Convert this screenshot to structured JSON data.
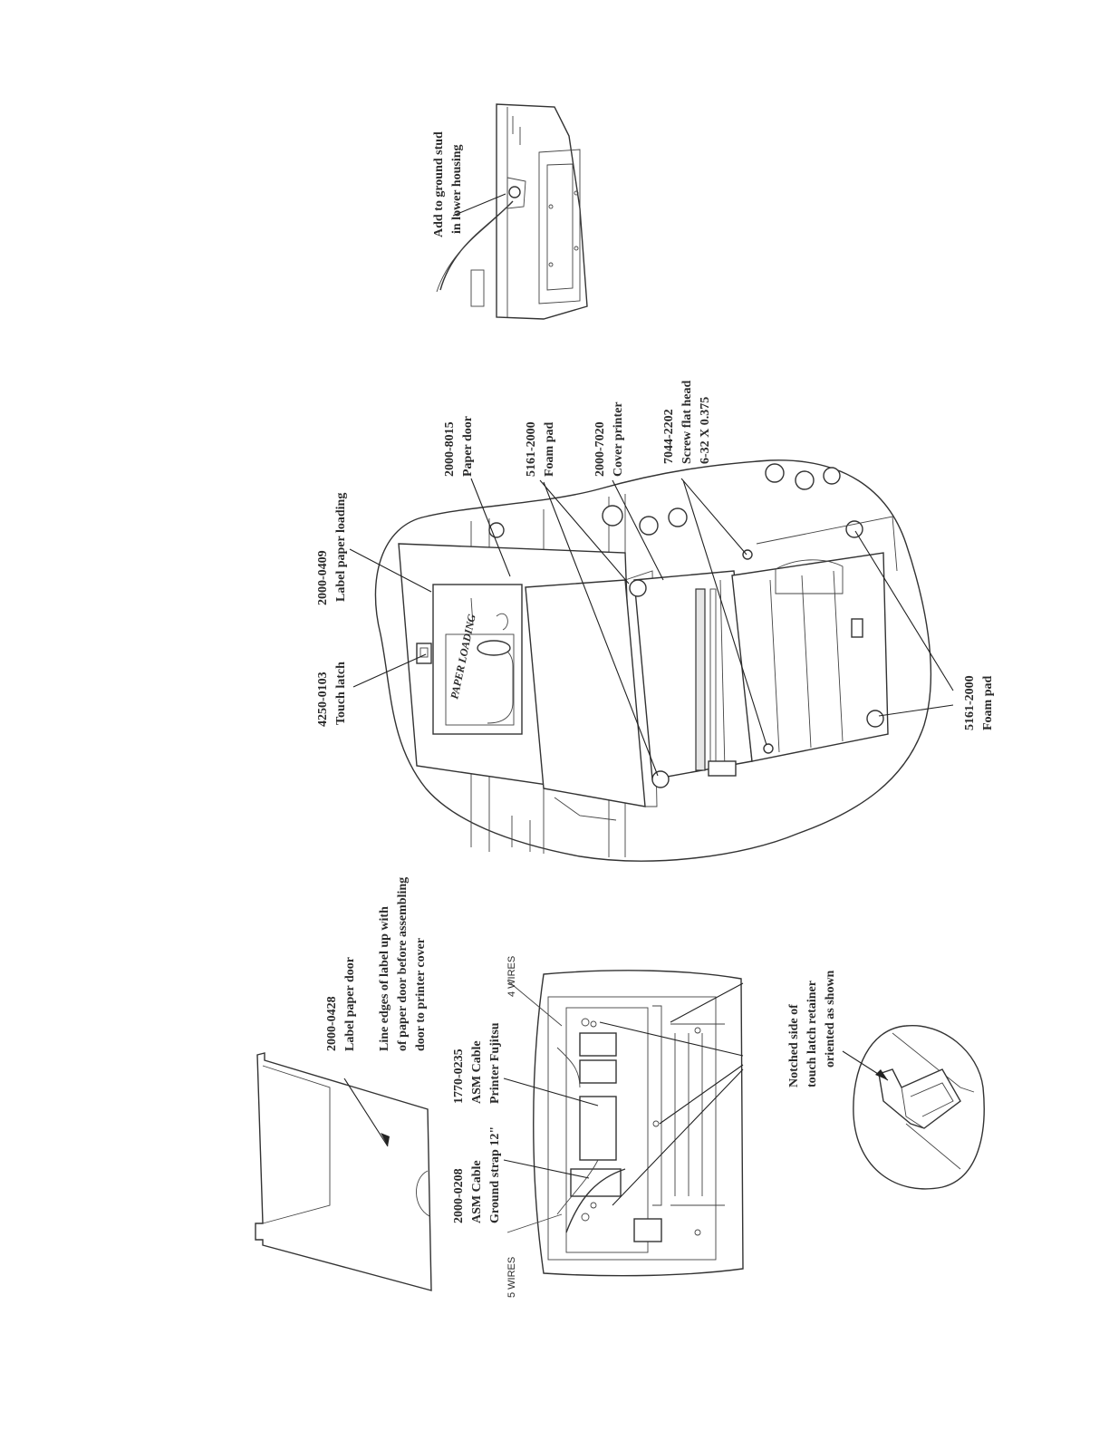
{
  "callouts": {
    "ground_stud": [
      "Add to ground stud",
      "in lower housing"
    ],
    "label_paper_loading": [
      "2000-0409",
      "Label paper loading"
    ],
    "touch_latch": [
      "4250-0103",
      "Touch latch"
    ],
    "paper_door": [
      "2000-8015",
      "Paper door"
    ],
    "foam_pad_top": [
      "5161-2000",
      "Foam pad"
    ],
    "cover_printer": [
      "2000-7020",
      "Cover printer"
    ],
    "screw": [
      "7044-2202",
      "Screw flat head",
      "6-32 X 0.375"
    ],
    "foam_pad_bottom": [
      "5161-2000",
      "Foam pad"
    ],
    "label_paper_door": [
      "2000-0428",
      "Label paper door"
    ],
    "line_edges": [
      "Line edges of label up with",
      "of paper door before assembling",
      "door to printer cover"
    ],
    "cable_fujitsu": [
      "1770-0235",
      "ASM Cable",
      "Printer Fujitsu"
    ],
    "ground_strap": [
      "2000-0208",
      "ASM Cable",
      "Ground strap 12\""
    ],
    "notched_side": [
      "Notched side of",
      "touch latch retainer",
      "oriented as shown"
    ]
  },
  "wire_labels": {
    "four_wires": "4 WIRES",
    "five_wires": "5 WIRES"
  },
  "door_label": {
    "text": "PAPER LOADING"
  }
}
